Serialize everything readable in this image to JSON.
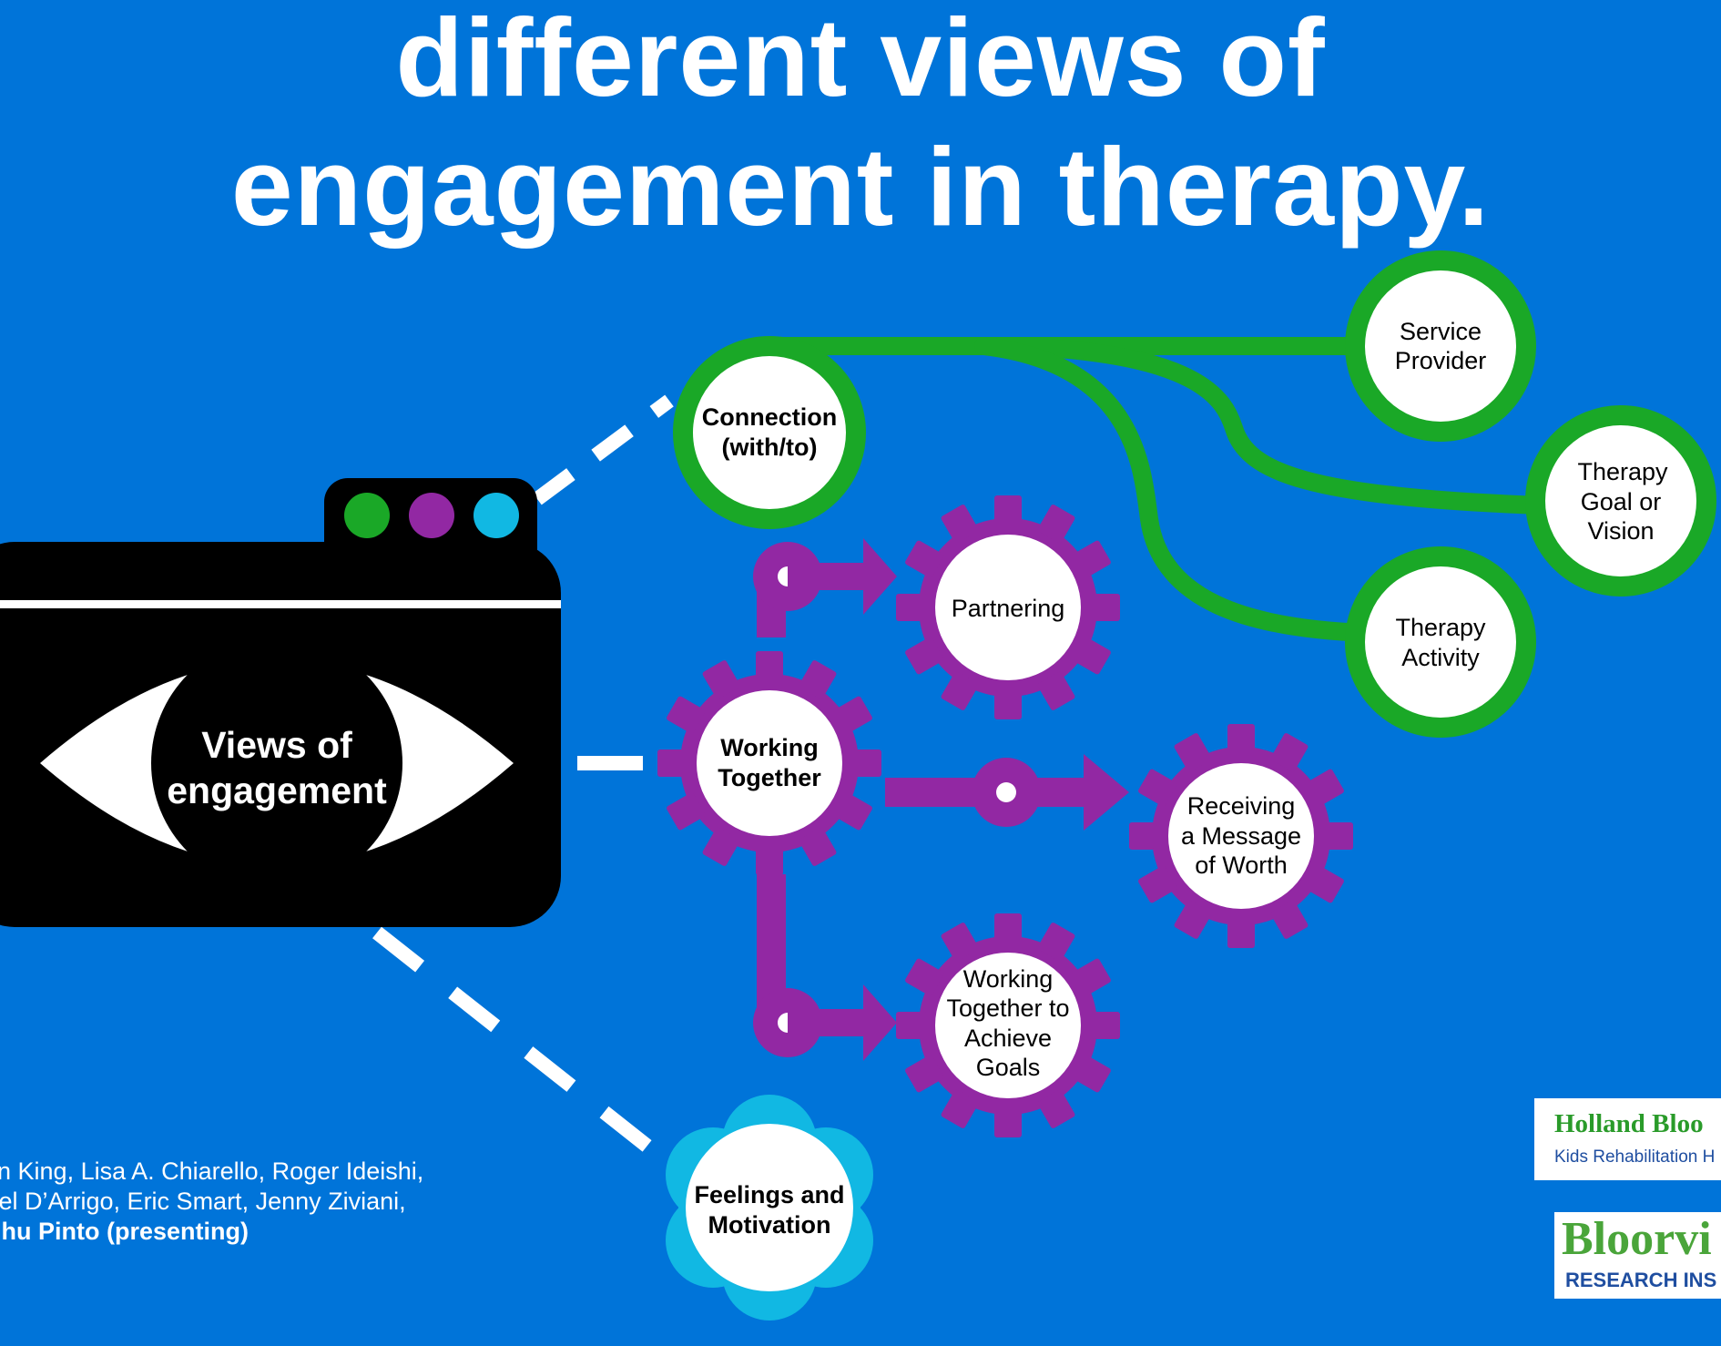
{
  "title": {
    "line1": "different views of",
    "line2": "engagement in therapy."
  },
  "eye": {
    "label_line1": "Views of",
    "label_line2": "engagement"
  },
  "connection": {
    "node": {
      "line1": "Connection",
      "line2": "(with/to)"
    },
    "targets": [
      {
        "lines": [
          "Service",
          "Provider"
        ]
      },
      {
        "lines": [
          "Therapy",
          "Goal or",
          "Vision"
        ]
      },
      {
        "lines": [
          "Therapy",
          "Activity"
        ]
      }
    ]
  },
  "working": {
    "node": {
      "line1": "Working",
      "line2": "Together"
    },
    "targets": [
      {
        "lines": [
          "Partnering"
        ]
      },
      {
        "lines": [
          "Receiving",
          "a Message",
          "of Worth"
        ]
      },
      {
        "lines": [
          "Working",
          "Together to",
          "Achieve",
          "Goals"
        ]
      }
    ]
  },
  "feelings": {
    "node": {
      "line1": "Feelings and",
      "line2": "Motivation"
    }
  },
  "authors": {
    "line1": "lian King, Lisa A. Chiarello, Roger Ideishi,",
    "line2": "chel D’Arrigo, Eric Smart, Jenny Ziviani,",
    "line3": "adhu Pinto (presenting)"
  },
  "logos": {
    "holland": {
      "name": "Holland Bloo",
      "sub": "Kids Rehabilitation H"
    },
    "bloorview": {
      "name": "Bloorvi",
      "sub": "RESEARCH INS"
    }
  },
  "colors": {
    "background": "#0074d9",
    "green": "#1aa827",
    "purple": "#9228a3",
    "cyan": "#11b8e3",
    "black": "#000000",
    "white": "#ffffff"
  }
}
